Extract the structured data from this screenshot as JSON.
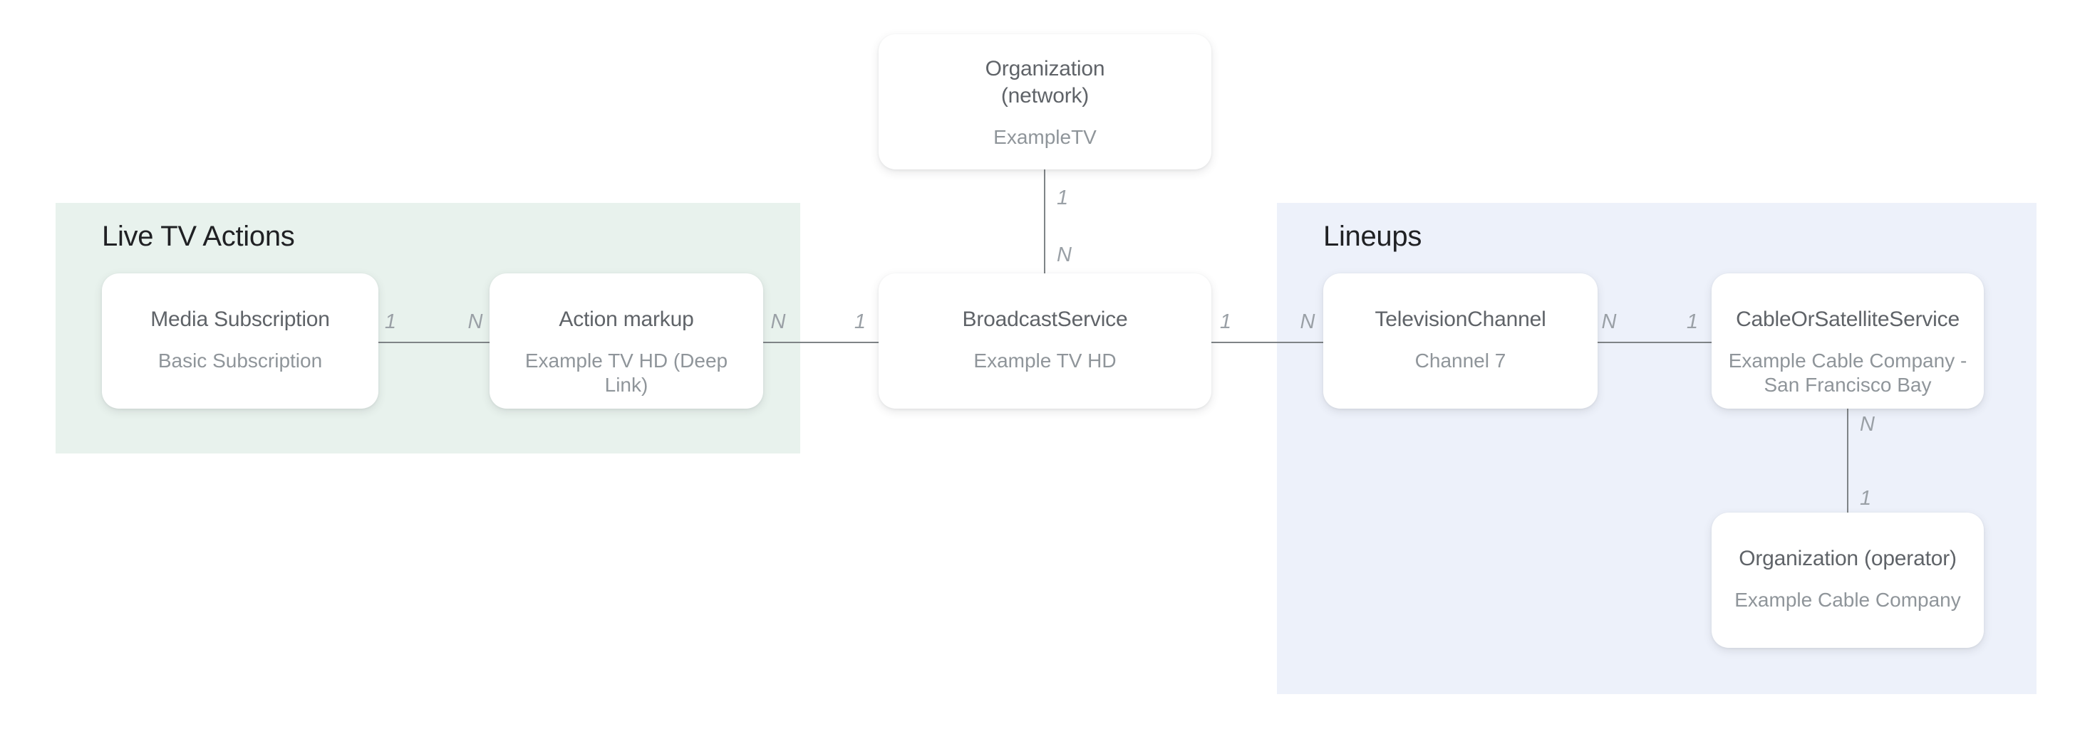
{
  "diagram": {
    "sections": [
      {
        "id": "live-tv-actions",
        "title": "Live TV Actions"
      },
      {
        "id": "lineups",
        "title": "Lineups"
      }
    ],
    "nodes": [
      {
        "id": "organization-network",
        "title": "Organization\n(network)",
        "subtitle": "ExampleTV"
      },
      {
        "id": "media-subscription",
        "title": "Media Subscription",
        "subtitle": "Basic Subscription"
      },
      {
        "id": "action-markup",
        "title": "Action markup",
        "subtitle": "Example TV HD (Deep Link)"
      },
      {
        "id": "broadcast-service",
        "title": "BroadcastService",
        "subtitle": "Example TV HD"
      },
      {
        "id": "television-channel",
        "title": "TelevisionChannel",
        "subtitle": "Channel 7"
      },
      {
        "id": "cable-or-satellite-service",
        "title": "CableOrSatelliteService",
        "subtitle": "Example Cable Company - San Francisco Bay"
      },
      {
        "id": "organization-operator",
        "title": "Organization (operator)",
        "subtitle": "Example Cable Company"
      }
    ],
    "edges": [
      {
        "from": "organization-network",
        "to": "broadcast-service",
        "from_label": "1",
        "to_label": "N"
      },
      {
        "from": "media-subscription",
        "to": "action-markup",
        "from_label": "1",
        "to_label": "N"
      },
      {
        "from": "action-markup",
        "to": "broadcast-service",
        "from_label": "N",
        "to_label": "1"
      },
      {
        "from": "broadcast-service",
        "to": "television-channel",
        "from_label": "1",
        "to_label": "N"
      },
      {
        "from": "television-channel",
        "to": "cable-or-satellite-service",
        "from_label": "N",
        "to_label": "1"
      },
      {
        "from": "cable-or-satellite-service",
        "to": "organization-operator",
        "from_label": "N",
        "to_label": "1"
      }
    ],
    "colors": {
      "section_live_tv_bg": "#e8f2ed",
      "section_lineups_bg": "#edf1fa",
      "section_title": "#202124",
      "node_bg": "#ffffff",
      "node_title": "#5f6368",
      "node_subtitle": "#8f959a",
      "connector": "#7f8487",
      "cardinality_label": "#9aa0a6"
    }
  }
}
